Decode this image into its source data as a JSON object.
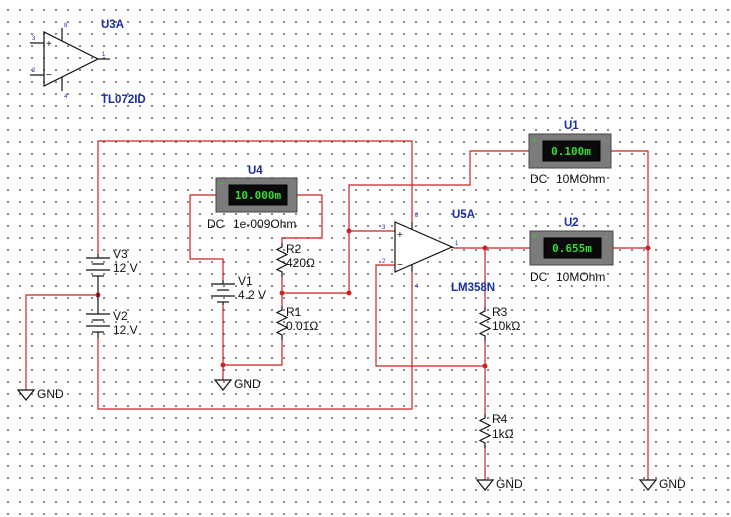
{
  "components": {
    "u3a": {
      "ref": "U3A",
      "part": "TL072ID",
      "pins": {
        "p8": "8",
        "p4": "4",
        "p3": "3",
        "p2": "2",
        "p1": "1"
      },
      "signs": {
        "plus": "+",
        "minus": "−"
      }
    },
    "u5a": {
      "ref": "U5A",
      "part": "LM358N",
      "pins": {
        "p8": "8",
        "p4": "4",
        "p3": "3",
        "p2": "2",
        "p1": "1"
      },
      "signs": {
        "plus": "+",
        "minus": "−"
      }
    },
    "v1": {
      "ref": "V1",
      "value": "4.2 V"
    },
    "v2": {
      "ref": "V2",
      "value": "12 V"
    },
    "v3": {
      "ref": "V3",
      "value": "12 V"
    },
    "r1": {
      "ref": "R1",
      "value": "0.01Ω"
    },
    "r2": {
      "ref": "R2",
      "value": "420Ω"
    },
    "r3": {
      "ref": "R3",
      "value": "10kΩ"
    },
    "r4": {
      "ref": "R4",
      "value": "1kΩ"
    }
  },
  "meters": {
    "u4": {
      "ref": "U4",
      "reading": "10.000m",
      "mode": "DC",
      "resistance": "1e-009Ohm",
      "term_plus": "+",
      "term_minus": "-"
    },
    "u1": {
      "ref": "U1",
      "reading": "0.100m",
      "mode": "DC",
      "resistance": "10MOhm",
      "term_plus": "+",
      "term_minus": "-"
    },
    "u2": {
      "ref": "U2",
      "reading": "0.655m",
      "mode": "DC",
      "resistance": "10MOhm",
      "term_plus": "+",
      "term_minus": "-"
    }
  },
  "ground_label": "GND",
  "colors": {
    "wire": "#cc2222",
    "label_blue": "#1a2ea0",
    "meter_reading": "#33dd33",
    "meter_body": "#7c7c7c"
  }
}
